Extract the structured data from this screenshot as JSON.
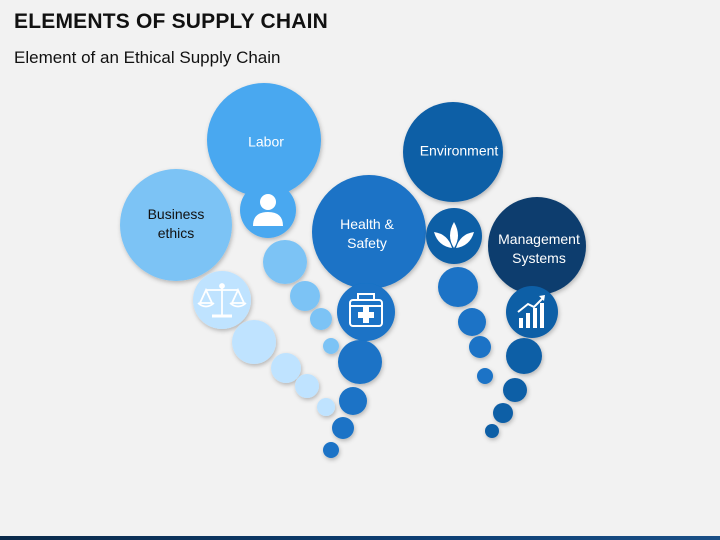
{
  "title": "ELEMENTS OF SUPPLY CHAIN",
  "subtitle": "Element of an Ethical Supply Chain",
  "colors": {
    "background": "#f2f2f2",
    "lightest": "#bfe3ff",
    "light": "#7cc3f5",
    "sky": "#4aa8f0",
    "mid": "#1a73c6",
    "dark": "#0f5ea6",
    "navy": "#0a3d6e"
  },
  "elements": [
    {
      "label": "Business\nethics",
      "icon": "scales-icon"
    },
    {
      "label": "Labor",
      "icon": "person-icon"
    },
    {
      "label": "Health &\nSafety",
      "icon": "first-aid-kit-icon"
    },
    {
      "label": "Environment",
      "icon": "leaf-icon"
    },
    {
      "label": "Management\nSystems",
      "icon": "growth-chart-icon"
    }
  ]
}
